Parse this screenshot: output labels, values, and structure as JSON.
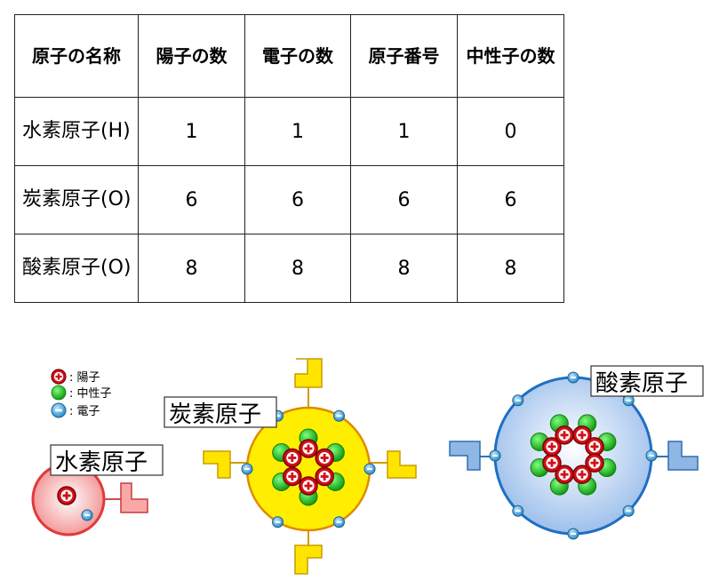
{
  "table": {
    "headers": [
      "原子の名称",
      "陽子の数",
      "電子の数",
      "原子番号",
      "中性子の数"
    ],
    "rows": [
      {
        "name": "水素原子(H)",
        "protons": "1",
        "electrons": "1",
        "atomic_number": "1",
        "neutrons": "0"
      },
      {
        "name": "炭素原子(O)",
        "protons": "6",
        "electrons": "6",
        "atomic_number": "6",
        "neutrons": "6"
      },
      {
        "name": "酸素原子(O)",
        "protons": "8",
        "electrons": "8",
        "atomic_number": "8",
        "neutrons": "8"
      }
    ]
  },
  "legend": {
    "proton": ": 陽子",
    "neutron": ": 中性子",
    "electron": ": 電子"
  },
  "atoms": {
    "hydrogen": {
      "label": "水素原子",
      "protons": 1,
      "neutrons": 0,
      "electrons": 1
    },
    "carbon": {
      "label": "炭素原子",
      "protons": 6,
      "neutrons": 6,
      "electrons": 6
    },
    "oxygen": {
      "label": "酸素原子",
      "protons": 8,
      "neutrons": 8,
      "electrons": 8
    }
  },
  "colors": {
    "proton": "#d0101a",
    "neutron": "#1fbf1f",
    "electron": "#3fa4d8",
    "hydrogen_fill": "#f7b5b5",
    "carbon_fill": "#ffee00",
    "oxygen_fill": "#b8d2f2"
  }
}
